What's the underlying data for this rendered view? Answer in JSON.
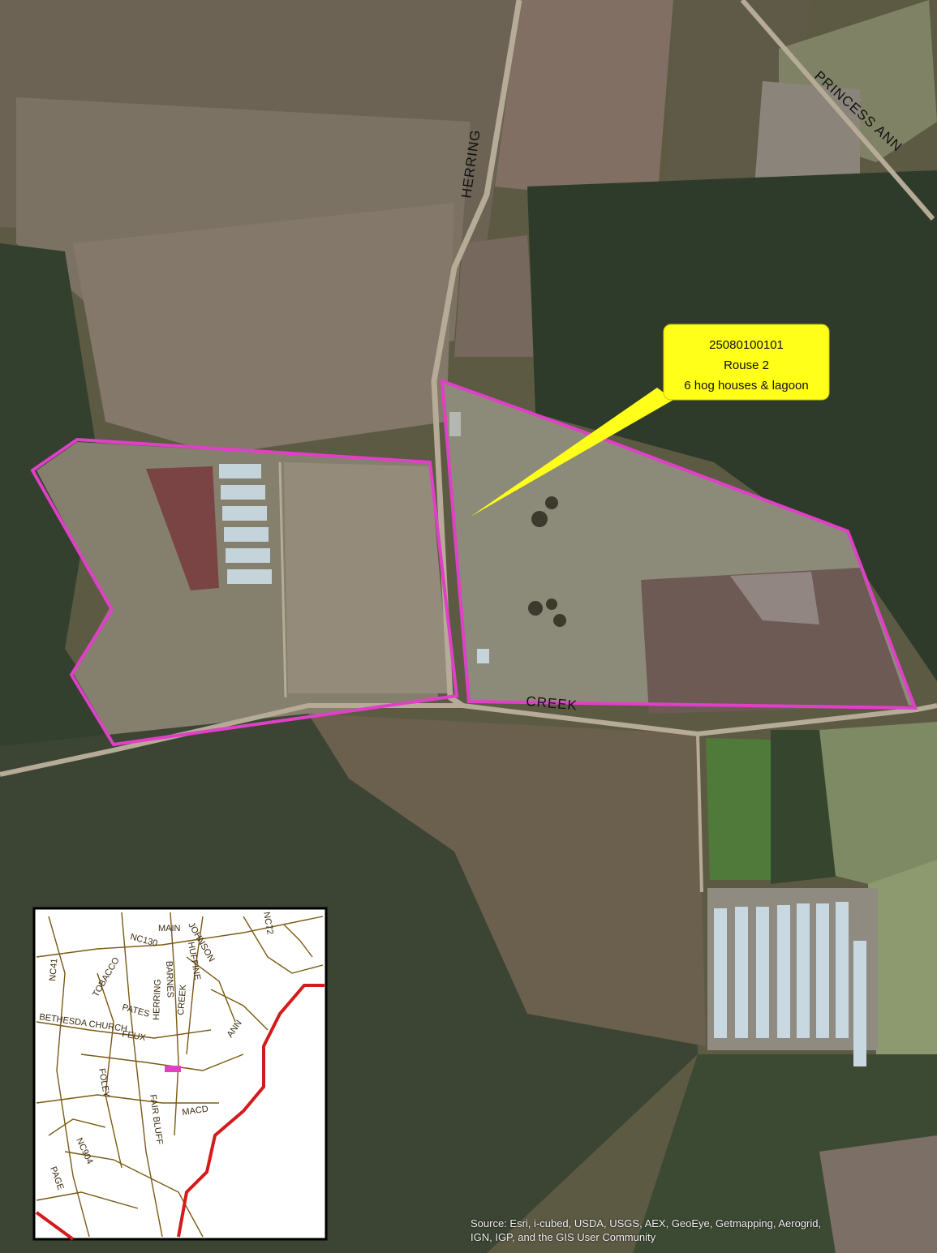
{
  "roads": {
    "herring": "HERRING",
    "princess_ann": "PRINCESS ANN",
    "creek": "CREEK"
  },
  "callout": {
    "id": "25080100101",
    "name": "Rouse 2",
    "description": "6 hog houses & lagoon"
  },
  "inset_labels": {
    "main": "MAIN",
    "johnson": "JOHNSON",
    "nc72": "NC72",
    "nc130": "NC130",
    "huffine": "HUFFINE",
    "tobacco": "TOBACCO",
    "pates": "PATES",
    "barnes": "BARNES",
    "nc41": "NC41",
    "ann": "ANN",
    "bethesda_church": "BETHESDA CHURCH",
    "feux": "FEUX",
    "herring": "HERRING",
    "creek": "CREEK",
    "foley": "FOLEY",
    "macd": "MACD",
    "fair_bluff": "FAIR BLUFF",
    "nc904": "NC904",
    "page": "PAGE"
  },
  "credits": {
    "line1": "Source: Esri, i-cubed, USDA, USGS, AEX, GeoEye, Getmapping, Aerogrid,",
    "line2": "IGN, IGP, and the GIS User Community"
  },
  "colors": {
    "parcel_outline": "#e040c8",
    "callout_fill": "#ffff1a",
    "county_line": "#d41a1a",
    "inset_roads": "#7a5a12",
    "site_marker": "#e040c8"
  }
}
